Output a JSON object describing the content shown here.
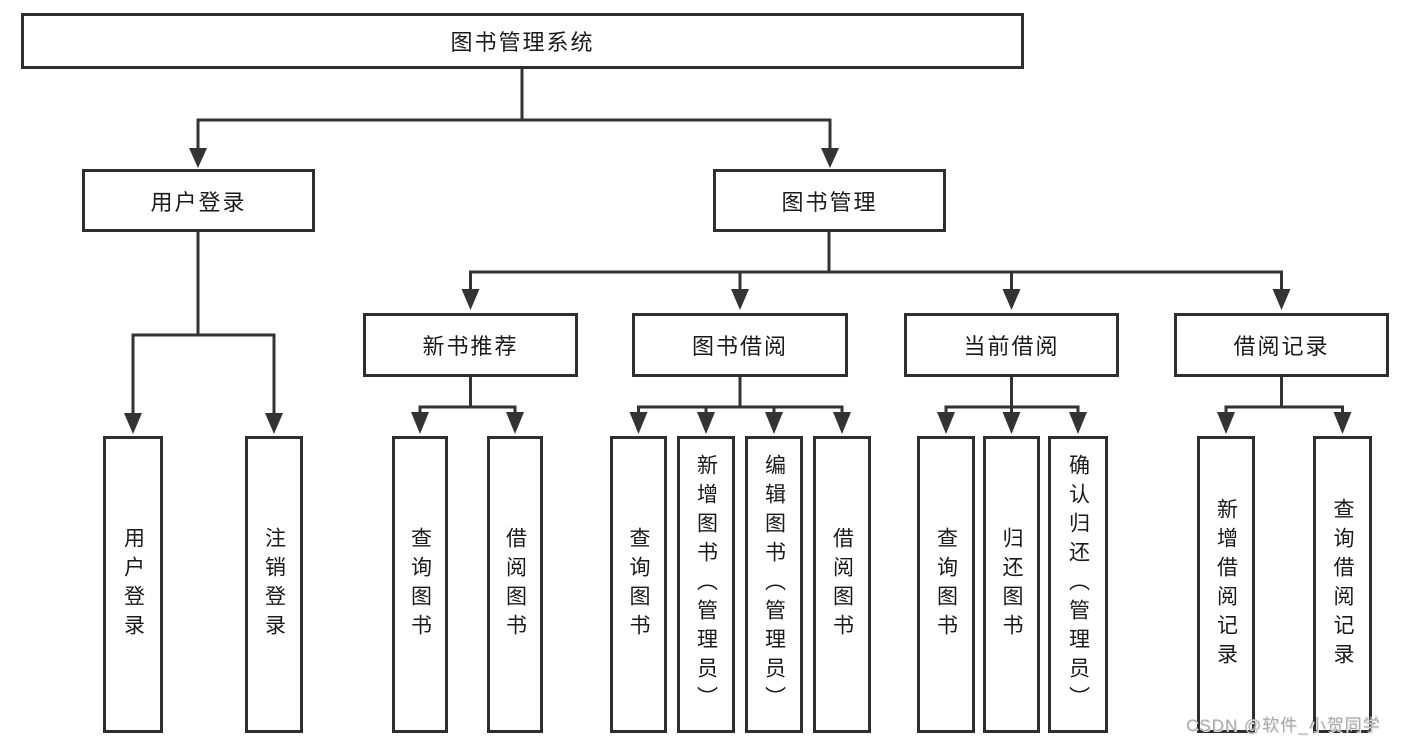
{
  "colors": {
    "line": "#333333",
    "box_border": "#2e2e2e",
    "text": "#1a1a1a",
    "watermark": "#ababab",
    "background": "#ffffff"
  },
  "tree": {
    "root": {
      "label": "图书管理系统"
    },
    "branches": [
      {
        "label": "用户登录",
        "children": [
          {
            "label": "用户登录"
          },
          {
            "label": "注销登录"
          }
        ]
      },
      {
        "label": "图书管理",
        "children": [
          {
            "label": "新书推荐",
            "children": [
              {
                "label": "查询图书"
              },
              {
                "label": "借阅图书"
              }
            ]
          },
          {
            "label": "图书借阅",
            "children": [
              {
                "label": "查询图书"
              },
              {
                "label": "新增图书（管理员）"
              },
              {
                "label": "编辑图书（管理员）"
              },
              {
                "label": "借阅图书"
              }
            ]
          },
          {
            "label": "当前借阅",
            "children": [
              {
                "label": "查询图书"
              },
              {
                "label": "归还图书"
              },
              {
                "label": "确认归还（管理员）"
              }
            ]
          },
          {
            "label": "借阅记录",
            "children": [
              {
                "label": "新增借阅记录"
              },
              {
                "label": "查询借阅记录"
              }
            ]
          }
        ]
      }
    ]
  },
  "watermark": {
    "text": "CSDN @软件_小贺同学"
  }
}
